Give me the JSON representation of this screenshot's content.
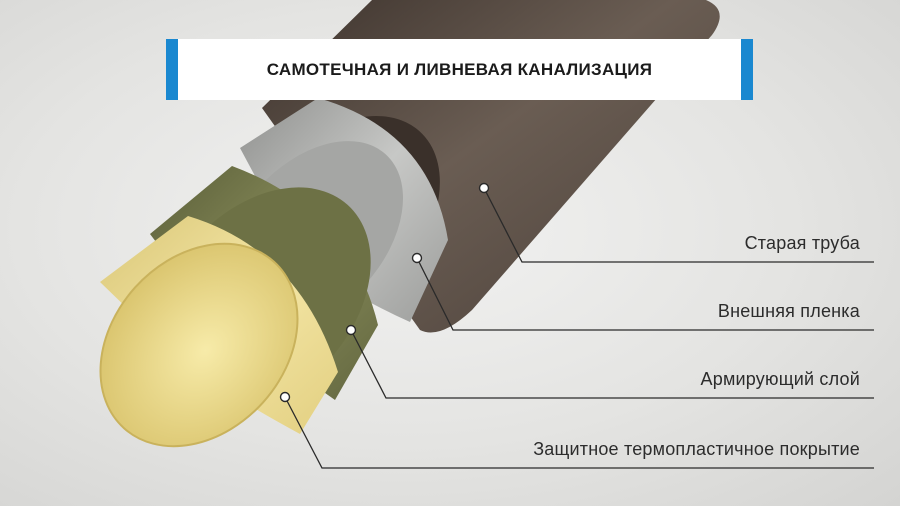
{
  "title": "САМОТЕЧНАЯ И ЛИВНЕВАЯ КАНАЛИЗАЦИЯ",
  "layers": [
    {
      "label": "Старая труба",
      "color": "#5e5249"
    },
    {
      "label": "Внешняя пленка",
      "color": "#b4b5b3"
    },
    {
      "label": "Армирующий слой",
      "color": "#767a4d"
    },
    {
      "label": "Защитное термопластичное покрытие",
      "color": "#ecd98f"
    }
  ],
  "colors": {
    "accent": "#1a88d0",
    "leader": "#2a2a2a"
  }
}
